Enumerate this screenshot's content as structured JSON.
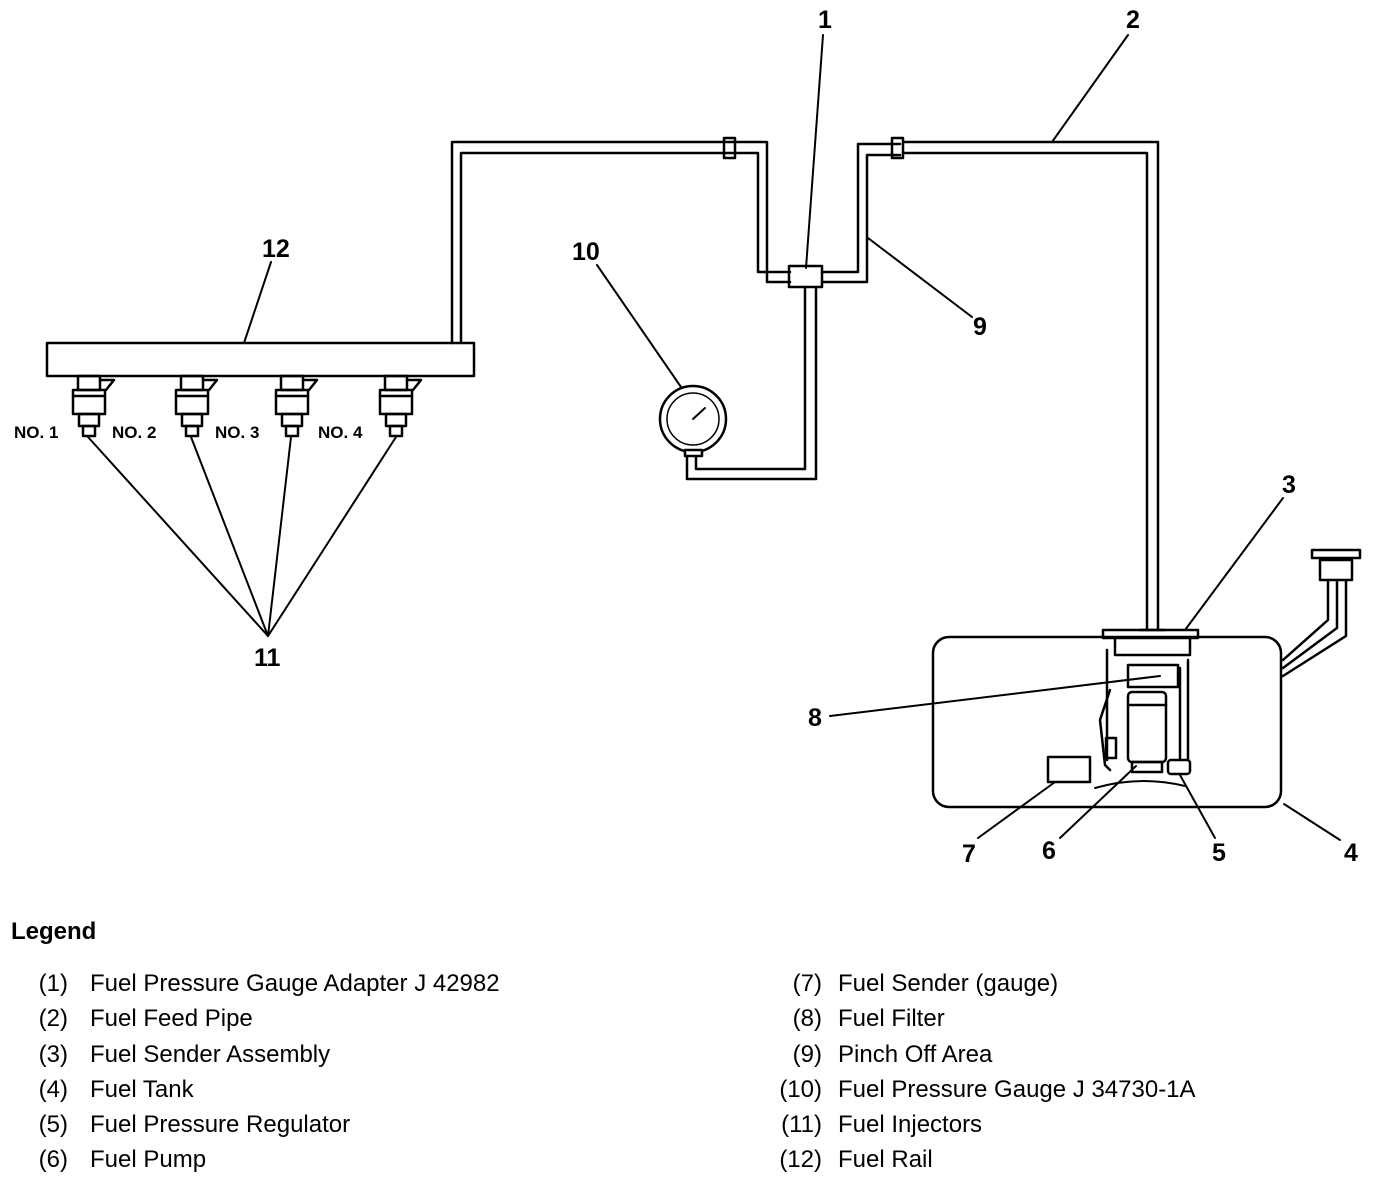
{
  "callouts": [
    "1",
    "2",
    "3",
    "4",
    "5",
    "6",
    "7",
    "8",
    "9",
    "10",
    "11",
    "12"
  ],
  "injectors": [
    "NO. 1",
    "NO. 2",
    "NO. 3",
    "NO. 4"
  ],
  "legend": {
    "title": "Legend",
    "left": [
      {
        "num": "(1)",
        "text": "Fuel Pressure Gauge Adapter J 42982"
      },
      {
        "num": "(2)",
        "text": "Fuel Feed Pipe"
      },
      {
        "num": "(3)",
        "text": "Fuel Sender Assembly"
      },
      {
        "num": "(4)",
        "text": "Fuel Tank"
      },
      {
        "num": "(5)",
        "text": "Fuel Pressure Regulator"
      },
      {
        "num": "(6)",
        "text": "Fuel Pump"
      }
    ],
    "right": [
      {
        "num": "(7)",
        "text": "Fuel Sender (gauge)"
      },
      {
        "num": "(8)",
        "text": "Fuel Filter"
      },
      {
        "num": "(9)",
        "text": "Pinch Off Area"
      },
      {
        "num": "(10)",
        "text": "Fuel Pressure Gauge J 34730-1A"
      },
      {
        "num": "(11)",
        "text": "Fuel Injectors"
      },
      {
        "num": "(12)",
        "text": "Fuel Rail"
      }
    ]
  }
}
